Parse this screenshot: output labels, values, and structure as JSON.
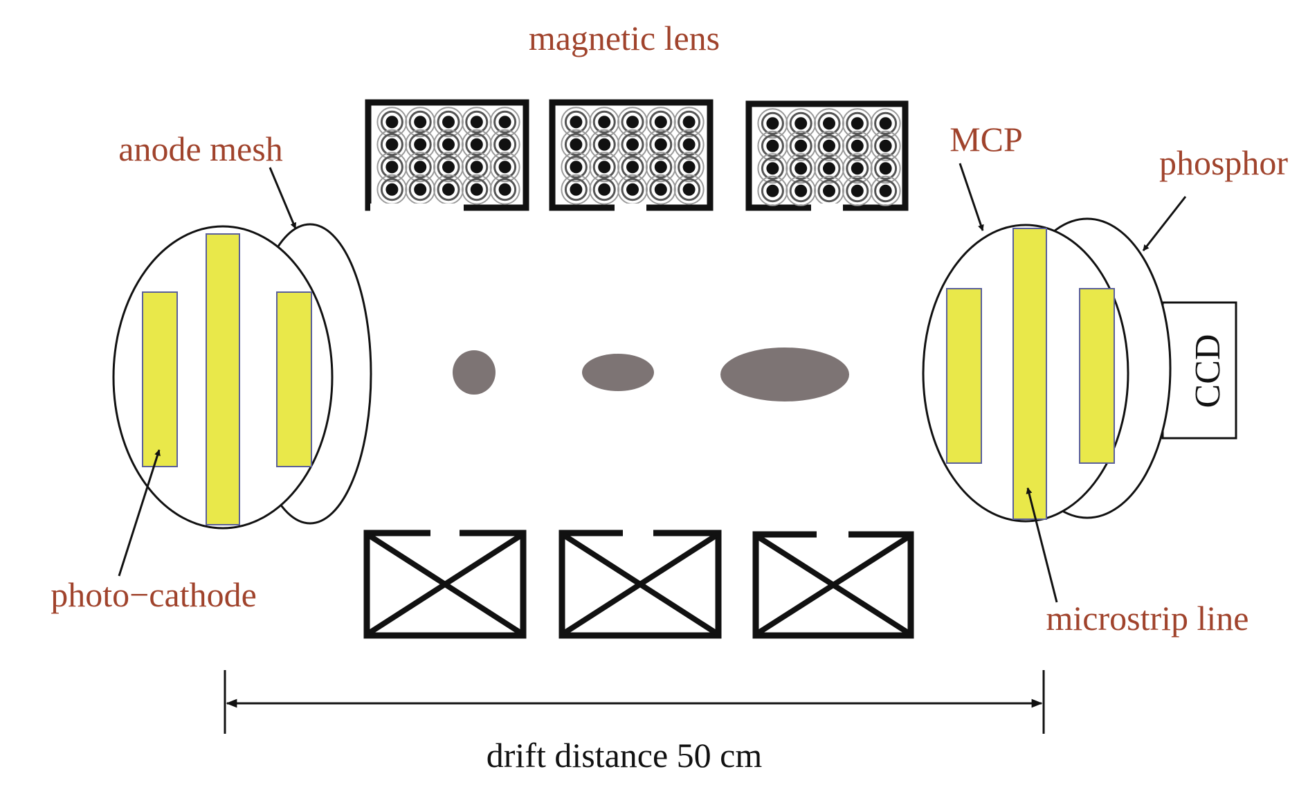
{
  "labels": {
    "magnetic_lens": "magnetic lens",
    "anode_mesh": "anode mesh",
    "mcp": "MCP",
    "phosphor": "phosphor",
    "ccd": "CCD",
    "photo_cathode": "photo−cathode",
    "microstrip_line": "microstrip line",
    "drift_distance": "drift distance 50 cm"
  },
  "colors": {
    "label": "#a0432c",
    "strip_fill": "#e9e84a",
    "strip_edge": "#5a5f9a",
    "beam_spot": "#7d7474",
    "outline": "#111111"
  }
}
